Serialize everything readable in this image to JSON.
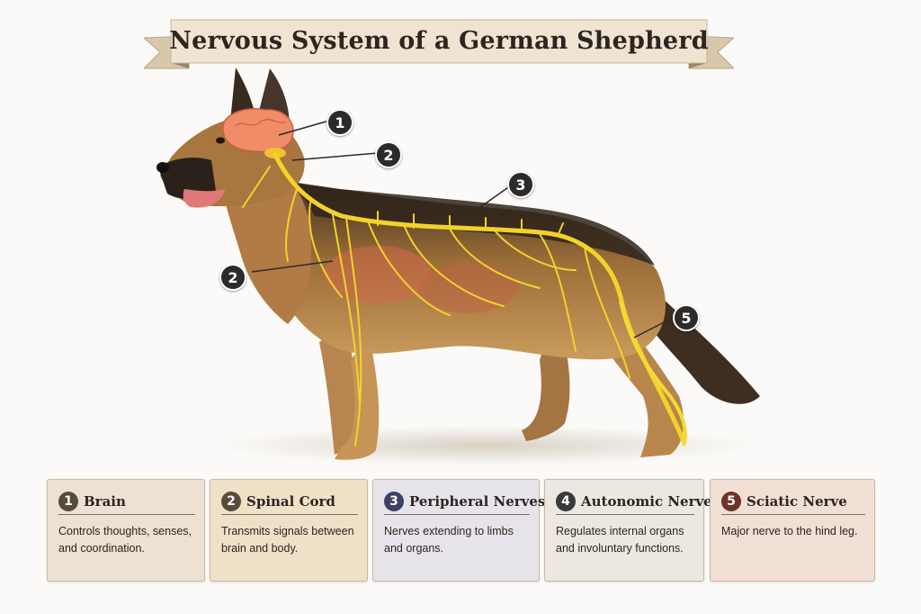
{
  "title": "Nervous System of a German Shepherd",
  "callouts": [
    "1",
    "2",
    "3",
    "2",
    "5"
  ],
  "cards": [
    {
      "number": "1",
      "title": "Brain",
      "text": "Controls thoughts, senses, and coordination.",
      "color": "#5a4a3a",
      "bg": "#ece1d3"
    },
    {
      "number": "2",
      "title": "Spinal Cord",
      "text": "Transmits signals between brain and body.",
      "color": "#5a4a3a",
      "bg": "#efe1c8"
    },
    {
      "number": "3",
      "title": "Peripheral Nerves",
      "text": "Nerves extending to limbs and organs.",
      "color": "#3c3f66",
      "bg": "#e6e4ea"
    },
    {
      "number": "4",
      "title": "Autonomic Nerves",
      "text": "Regulates internal organs and involuntary functions.",
      "color": "#3a3a3a",
      "bg": "#ece8e1"
    },
    {
      "number": "5",
      "title": "Sciatic Nerve",
      "text": "Major nerve to the hind leg.",
      "color": "#6e3327",
      "bg": "#f1ded5"
    }
  ]
}
